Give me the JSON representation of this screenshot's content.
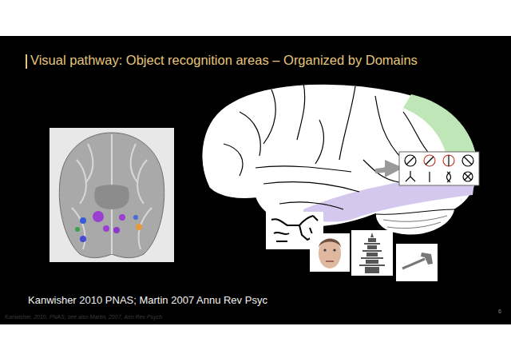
{
  "diagram": {
    "title": "Visual pathway: Object recognition areas – Organized by Domains",
    "labels": [
      "Kanwisher 2010 PNAS; Martin 2007 Annu Rev Psyc",
      "6",
      "Kanwisher, 2010, PNAS; see also Martin, 2007, Ann Rev Psych"
    ]
  }
}
